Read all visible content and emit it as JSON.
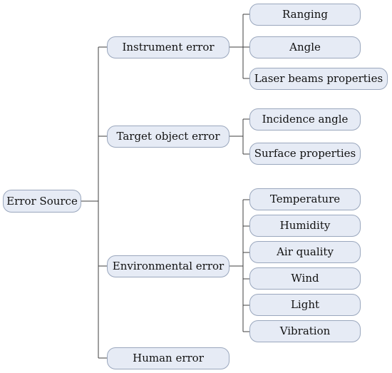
{
  "diagram": {
    "root": {
      "label": "Error Source"
    },
    "categories": [
      {
        "label": "Instrument error",
        "children": [
          "Ranging",
          "Angle",
          "Laser beams properties"
        ]
      },
      {
        "label": "Target object error",
        "children": [
          "Incidence angle",
          "Surface properties"
        ]
      },
      {
        "label": "Environmental error",
        "children": [
          "Temperature",
          "Humidity",
          "Air quality",
          "Wind",
          "Light",
          "Vibration"
        ]
      },
      {
        "label": "Human error",
        "children": []
      }
    ]
  },
  "colors": {
    "node_fill": "#e6ebf5",
    "node_border": "#9aa7bd",
    "connector": "#3f3f3f",
    "text": "#111111"
  }
}
